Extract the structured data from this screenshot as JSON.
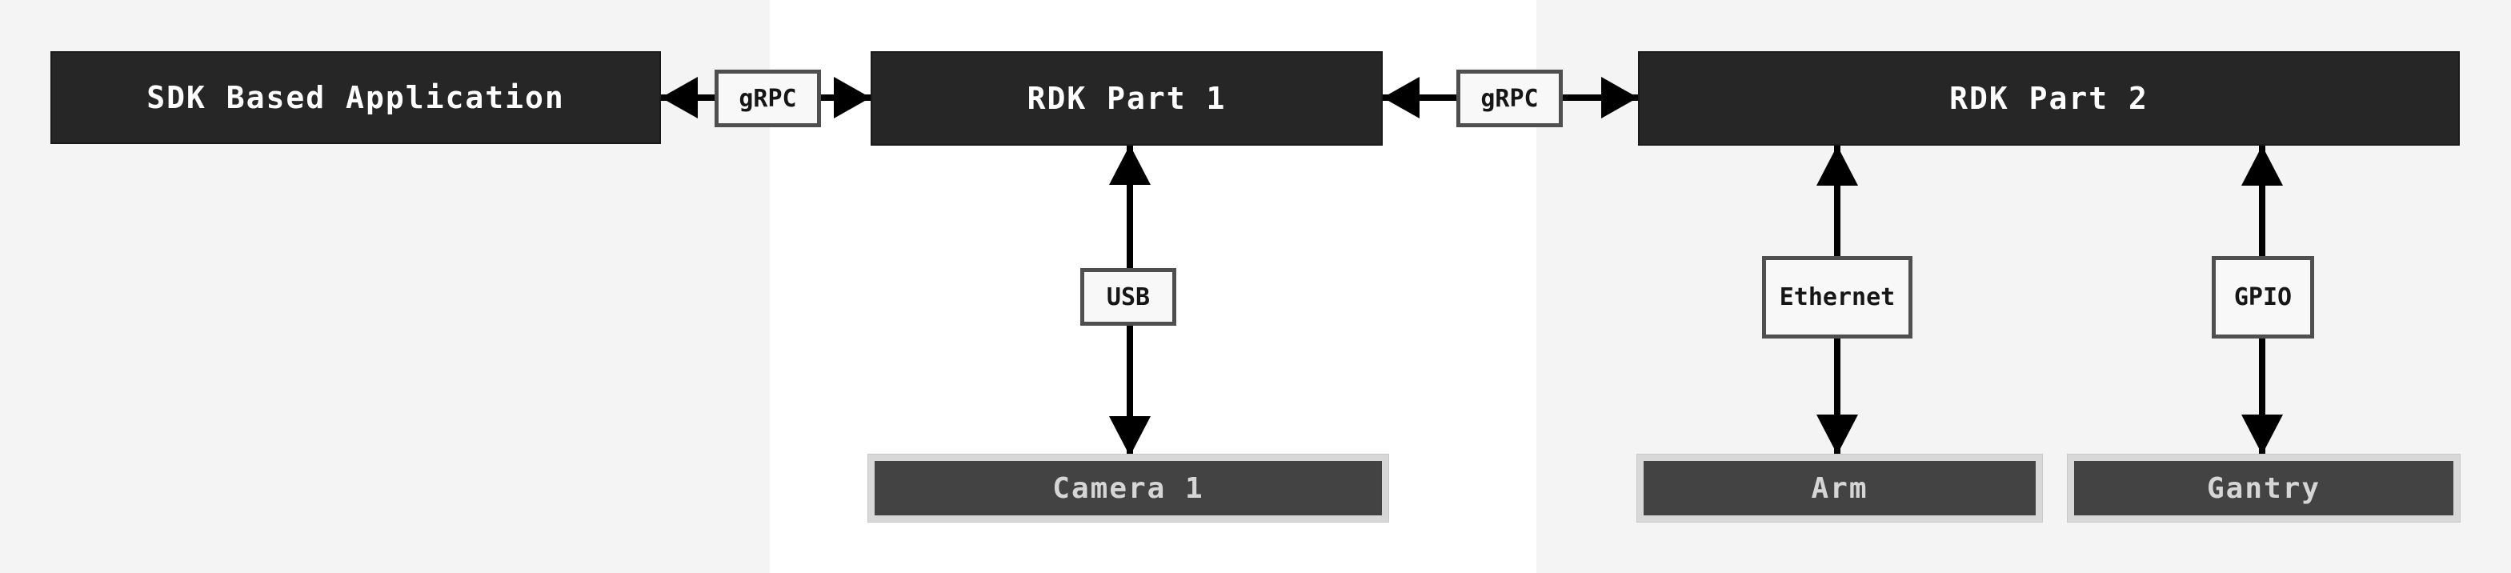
{
  "palette": {
    "bg_gray": "#f4f4f4",
    "bg_white": "#ffffff",
    "dark_fill": "#262626",
    "dark_edge": "#1a1a1a",
    "dark_text": "#ffffff",
    "comp_fill": "#434343",
    "comp_border": "#d8d8d8",
    "comp_text": "#d6d6d6",
    "label_fill": "#f8f8f8",
    "label_border": "#4f4f4f",
    "label_text": "#161616",
    "arrow": "#000000"
  },
  "nodes": {
    "sdk_app": {
      "label": "SDK Based Application"
    },
    "rdk_part_1": {
      "label": "RDK Part 1"
    },
    "rdk_part_2": {
      "label": "RDK Part 2"
    },
    "camera": {
      "label": "Camera 1"
    },
    "arm": {
      "label": "Arm"
    },
    "gantry": {
      "label": "Gantry"
    }
  },
  "connectors": {
    "grpc_1": {
      "label": "gRPC",
      "from": "SDK Based Application",
      "to": "RDK Part 1",
      "direction": "bidirectional"
    },
    "grpc_2": {
      "label": "gRPC",
      "from": "RDK Part 1",
      "to": "RDK Part 2",
      "direction": "bidirectional"
    },
    "usb": {
      "label": "USB",
      "from": "RDK Part 1",
      "to": "Camera 1",
      "direction": "bidirectional"
    },
    "ethernet": {
      "label": "Ethernet",
      "from": "RDK Part 2",
      "to": "Arm",
      "direction": "bidirectional"
    },
    "gpio": {
      "label": "GPIO",
      "from": "RDK Part 2",
      "to": "Gantry",
      "direction": "bidirectional"
    }
  }
}
